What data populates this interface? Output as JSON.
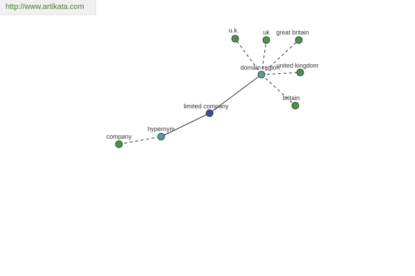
{
  "site": {
    "url": "http://www.artikata.com"
  },
  "graph": {
    "nodes": [
      {
        "id": "company",
        "label": "company",
        "color": "#4f8f4f"
      },
      {
        "id": "hypernym",
        "label": "hypernym",
        "color": "#5a9a9a"
      },
      {
        "id": "limited_company",
        "label": "limited company",
        "color": "#3a4d9a"
      },
      {
        "id": "domain_region",
        "label": "domain region",
        "color": "#5a9a9a"
      },
      {
        "id": "uk_dots",
        "label": "u.k.",
        "color": "#4f8f4f"
      },
      {
        "id": "uk",
        "label": "uk",
        "color": "#4f8f4f"
      },
      {
        "id": "great_britain",
        "label": "great britain",
        "color": "#4f8f4f"
      },
      {
        "id": "united_kingdom",
        "label": "united kingdom",
        "color": "#4f8f4f"
      },
      {
        "id": "britain",
        "label": "britain",
        "color": "#4f8f4f"
      }
    ],
    "edges": [
      {
        "from": "company",
        "to": "hypernym",
        "style": "dashed"
      },
      {
        "from": "hypernym",
        "to": "limited_company",
        "style": "solid"
      },
      {
        "from": "limited_company",
        "to": "domain_region",
        "style": "solid"
      },
      {
        "from": "domain_region",
        "to": "uk_dots",
        "style": "dashed"
      },
      {
        "from": "domain_region",
        "to": "uk",
        "style": "dashed"
      },
      {
        "from": "domain_region",
        "to": "great_britain",
        "style": "dashed"
      },
      {
        "from": "domain_region",
        "to": "united_kingdom",
        "style": "dashed"
      },
      {
        "from": "domain_region",
        "to": "britain",
        "style": "dashed"
      }
    ]
  }
}
